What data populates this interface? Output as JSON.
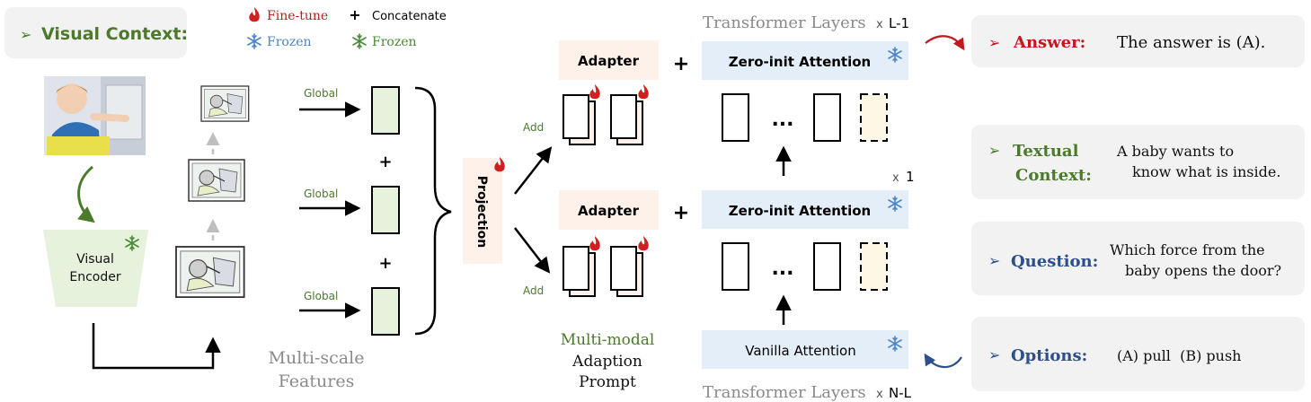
{
  "visual_context": {
    "label": "Visual Context:"
  },
  "encoder": {
    "line1": "Visual",
    "line2": "Encoder"
  },
  "legend": {
    "finetune": "Fine-tune",
    "frozen_blue": "Frozen",
    "concat": "Concatenate",
    "frozen_green": "Frozen"
  },
  "multiscale": {
    "global_label": "Global",
    "plus": "+",
    "caption1": "Multi-scale",
    "caption2": "Features"
  },
  "projection": {
    "label": "Projection"
  },
  "add_label": "Add",
  "adapter": {
    "label": "Adapter"
  },
  "plus": "+",
  "prompt_caption": {
    "line1": "Multi-modal",
    "line2": "Adaption",
    "line3": "Prompt"
  },
  "transformer": {
    "top_title": "Transformer Layers",
    "top_mult_x": "x",
    "top_mult": "L-1",
    "mid_mult_x": "x",
    "mid_mult": "1",
    "bottom_title": "Transformer Layers",
    "bottom_mult_x": "x",
    "bottom_mult": "N-L",
    "zero_init": "Zero-init Attention",
    "vanilla": "Vanilla Attention",
    "ellipsis": "..."
  },
  "panels": {
    "answer": {
      "label": "Answer:",
      "text": "The answer is (A)."
    },
    "textual": {
      "label1": "Textual",
      "label2": "Context:",
      "text1": "A baby wants to",
      "text2": "know what is inside."
    },
    "question": {
      "label": "Question:",
      "text1": "Which force from the",
      "text2": "baby opens the door?"
    },
    "options": {
      "label": "Options:",
      "text": "(A) pull  (B) push"
    }
  },
  "colors": {
    "green": "#4a7a2a",
    "red": "#c0191e",
    "blue": "#2e4f8c",
    "frozen_blue": "#4d86c4",
    "panel_bg": "#f2f2f2",
    "adapter_bg": "#fdf1ea",
    "attention_bg": "#e4eef8"
  }
}
